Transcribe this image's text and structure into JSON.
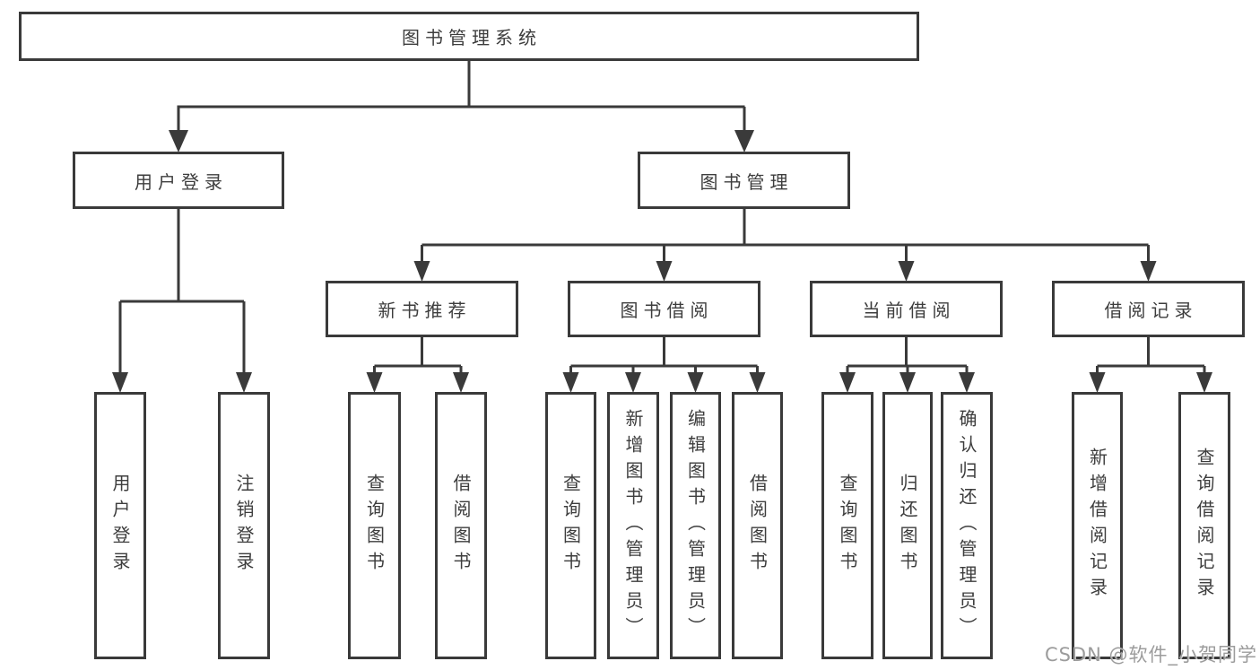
{
  "colors": {
    "line": "#3a3a3a",
    "box_border": "#3a3a3a",
    "text": "#3d3d3d",
    "watermark": "#9c9c9c",
    "background": "#ffffff"
  },
  "tree": {
    "root": {
      "label": "图书管理系统",
      "children": [
        {
          "label": "用户登录",
          "children": [
            {
              "label": "用户登录"
            },
            {
              "label": "注销登录"
            }
          ]
        },
        {
          "label": "图书管理",
          "children": [
            {
              "label": "新书推荐",
              "children": [
                {
                  "label": "查询图书"
                },
                {
                  "label": "借阅图书"
                }
              ]
            },
            {
              "label": "图书借阅",
              "children": [
                {
                  "label": "查询图书"
                },
                {
                  "label": "新增图书（管理员）"
                },
                {
                  "label": "编辑图书（管理员）"
                },
                {
                  "label": "借阅图书"
                }
              ]
            },
            {
              "label": "当前借阅",
              "children": [
                {
                  "label": "查询图书"
                },
                {
                  "label": "归还图书"
                },
                {
                  "label": "确认归还（管理员）"
                }
              ]
            },
            {
              "label": "借阅记录",
              "children": [
                {
                  "label": "新增借阅记录"
                },
                {
                  "label": "查询借阅记录"
                }
              ]
            }
          ]
        }
      ]
    }
  },
  "watermark": {
    "text": "CSDN @软件_小贺同学"
  }
}
